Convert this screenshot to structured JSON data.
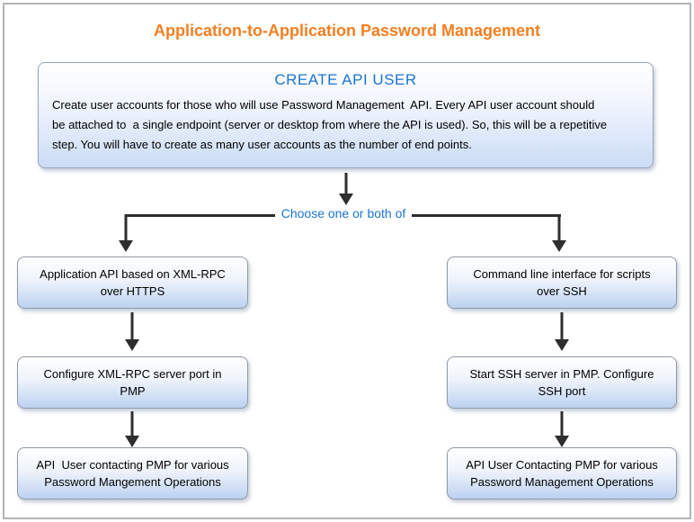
{
  "title": "Application-to-Application Password Management",
  "colors": {
    "title_orange": "#F57F21",
    "heading_blue": "#1B75D2",
    "arrow_dark": "#2E2E2E",
    "box_gradient_bottom": "#BCD2F1"
  },
  "create_api_user": {
    "heading": "CREATE API USER",
    "body": "Create user accounts for those who will use Password Management  API. Every API user account should\nbe attached to  a single endpoint (server or desktop from where the API is used). So, this will be a repetitive\nstep. You will have to create as many user accounts as the number of end points."
  },
  "choose_label": "Choose one or both of",
  "left_branch": {
    "steps": [
      "Application API based on XML-RPC\nover HTTPS",
      "Configure XML-RPC server port in\nPMP",
      "API  User contacting PMP for various\nPassword Mangement Operations"
    ]
  },
  "right_branch": {
    "steps": [
      "Command line interface for scripts\nover SSH",
      "Start SSH server in PMP. Configure\nSSH port",
      "API User Contacting PMP for various\nPassword Management Operations"
    ]
  }
}
